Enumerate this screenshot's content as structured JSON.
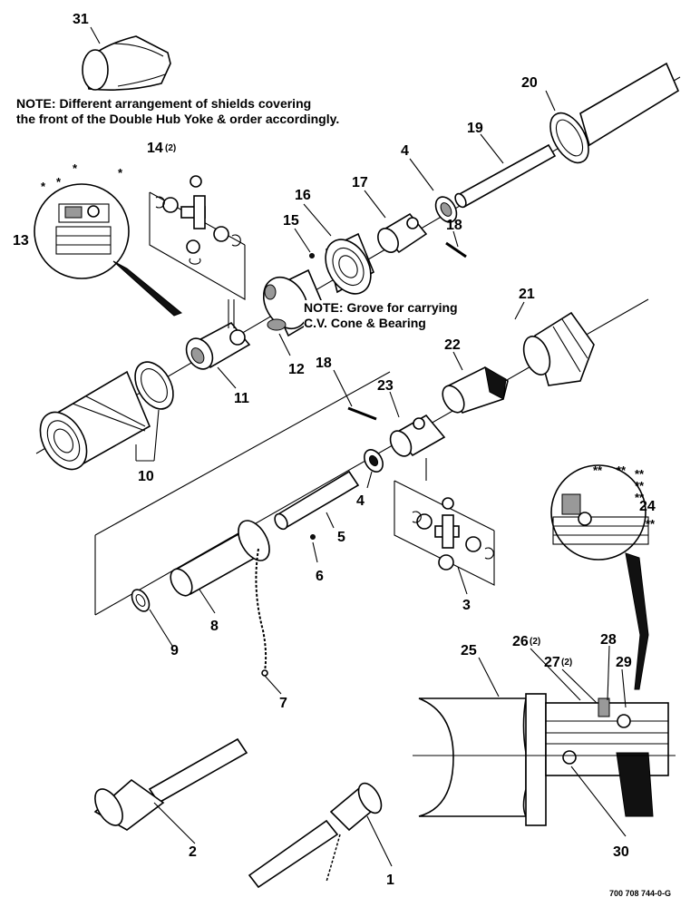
{
  "notes": {
    "shield_note_line1": "NOTE:  Different arrangement of shields covering",
    "shield_note_line2": "the front of the Double Hub Yoke & order accordingly.",
    "groove_note_line1": "NOTE: Grove for carrying",
    "groove_note_line2": "C.V. Cone & Bearing"
  },
  "reference_code": "700 708 744-0-G",
  "callouts": {
    "c1": "1",
    "c2": "2",
    "c3": "3",
    "c4a": "4",
    "c4b": "4",
    "c5": "5",
    "c6": "6",
    "c7": "7",
    "c8": "8",
    "c9": "9",
    "c10": "10",
    "c11": "11",
    "c12": "12",
    "c13": "13",
    "c14": "14",
    "c14_qty": "(2)",
    "c15": "15",
    "c16": "16",
    "c17": "17",
    "c18a": "18",
    "c18b": "18",
    "c19": "19",
    "c20": "20",
    "c21": "21",
    "c22": "22",
    "c23": "23",
    "c24": "24",
    "c25": "25",
    "c26": "26",
    "c26_qty": "(2)",
    "c27": "27",
    "c27_qty": "(2)",
    "c28": "28",
    "c29": "29",
    "c30": "30",
    "c31": "31",
    "single_star": "*",
    "double_star": "**"
  }
}
